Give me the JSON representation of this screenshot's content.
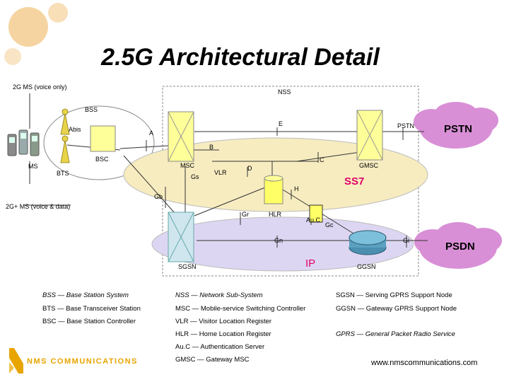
{
  "title": "2.5G Architectural Detail",
  "labels": {
    "ms_2g": "2G MS (voice only)",
    "ms_25g": "2G+ MS (voice & data)",
    "nss": "NSS",
    "bss": "BSS",
    "abis": "Abis",
    "a": "A",
    "b": "B",
    "c": "C",
    "d": "D",
    "e": "E",
    "h": "H",
    "gb": "Gb",
    "gs": "Gs",
    "gr": "Gr",
    "gc": "Gc",
    "gn": "Gn",
    "gi": "Gi",
    "pstn_small": "PSTN",
    "ms": "MS",
    "bts": "BTS",
    "bsc": "BSC",
    "msc": "MSC",
    "vlr": "VLR",
    "gmsc": "GMSC",
    "hlr": "HLR",
    "auc": "Au.C",
    "sgsn": "SGSN",
    "ggsn": "GGSN",
    "ss7": "SS7",
    "ip": "IP",
    "pstn": "PSTN",
    "psdn": "PSDN"
  },
  "legend": {
    "col1": [
      "BSS — Base Station System",
      "BTS — Base Transceiver Station",
      "BSC — Base Station Controller"
    ],
    "col2": [
      "NSS — Network Sub-System",
      "MSC — Mobile-service Switching Controller",
      "VLR — Visitor Location Register",
      "HLR — Home Location Register",
      "Au.C — Authentication Server",
      "GMSC — Gateway MSC"
    ],
    "col3": [
      "SGSN — Serving GPRS Support Node",
      "GGSN — Gateway GPRS Support Node",
      "GPRS — General Packet Radio Service"
    ]
  },
  "footer": {
    "brand": "NMS COMMUNICATIONS",
    "url": "www.nmscommunications.com"
  },
  "colors": {
    "ss7_fill": "#f7ecc0",
    "ip_fill": "#ddd6f2",
    "cloud_fill": "#d88fd6",
    "accent": "#e0006a",
    "switch_fill": "#ffff99"
  }
}
